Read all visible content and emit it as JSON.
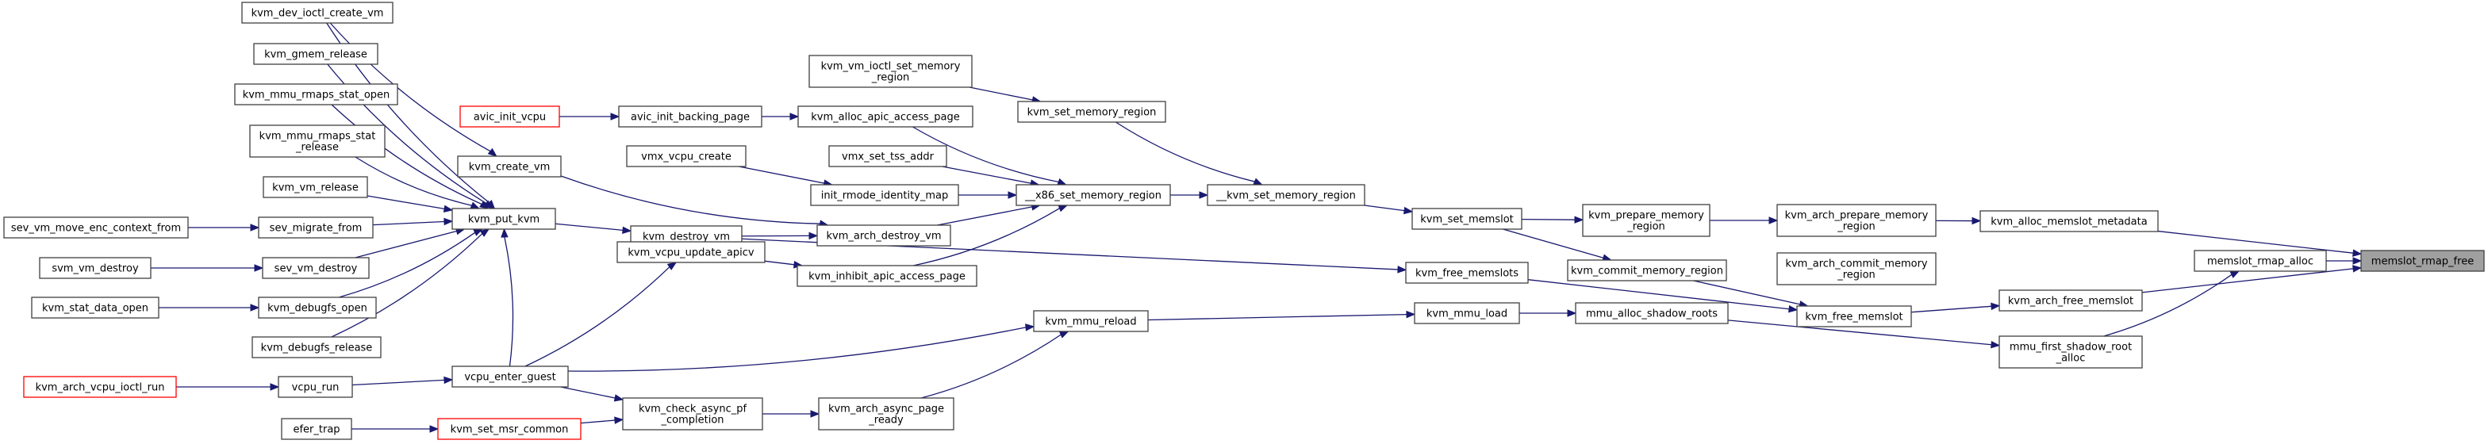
{
  "diagram": {
    "type": "call-graph",
    "colors": {
      "edge": "#191970",
      "node_border": "#404040",
      "external_border": "#ff0000",
      "root_fill": "#a0a0a0"
    },
    "nodes": [
      {
        "id": "kvm_dev_ioctl_create_vm",
        "lines": [
          "kvm_dev_ioctl_create_vm"
        ]
      },
      {
        "id": "kvm_gmem_release",
        "lines": [
          "kvm_gmem_release"
        ]
      },
      {
        "id": "kvm_mmu_rmaps_stat_open",
        "lines": [
          "kvm_mmu_rmaps_stat_open"
        ]
      },
      {
        "id": "kvm_mmu_rmaps_stat_release",
        "lines": [
          "kvm_mmu_rmaps_stat",
          "_release"
        ]
      },
      {
        "id": "kvm_vm_release",
        "lines": [
          "kvm_vm_release"
        ]
      },
      {
        "id": "sev_migrate_from",
        "lines": [
          "sev_migrate_from"
        ]
      },
      {
        "id": "sev_vm_move_enc_context_from",
        "lines": [
          "sev_vm_move_enc_context_from"
        ]
      },
      {
        "id": "sev_vm_destroy",
        "lines": [
          "sev_vm_destroy"
        ]
      },
      {
        "id": "svm_vm_destroy",
        "lines": [
          "svm_vm_destroy"
        ]
      },
      {
        "id": "kvm_debugfs_open",
        "lines": [
          "kvm_debugfs_open"
        ]
      },
      {
        "id": "kvm_stat_data_open",
        "lines": [
          "kvm_stat_data_open"
        ]
      },
      {
        "id": "kvm_debugfs_release",
        "lines": [
          "kvm_debugfs_release"
        ]
      },
      {
        "id": "kvm_arch_vcpu_ioctl_run",
        "lines": [
          "kvm_arch_vcpu_ioctl_run"
        ]
      },
      {
        "id": "vcpu_run",
        "lines": [
          "vcpu_run"
        ]
      },
      {
        "id": "efer_trap",
        "lines": [
          "efer_trap"
        ]
      },
      {
        "id": "kvm_set_msr_common",
        "lines": [
          "kvm_set_msr_common"
        ]
      },
      {
        "id": "avic_init_vcpu",
        "lines": [
          "avic_init_vcpu"
        ]
      },
      {
        "id": "avic_init_backing_page",
        "lines": [
          "avic_init_backing_page"
        ]
      },
      {
        "id": "kvm_create_vm",
        "lines": [
          "kvm_create_vm"
        ]
      },
      {
        "id": "kvm_put_kvm",
        "lines": [
          "kvm_put_kvm"
        ]
      },
      {
        "id": "kvm_destroy_vm",
        "lines": [
          "kvm_destroy_vm"
        ]
      },
      {
        "id": "kvm_vcpu_update_apicv",
        "lines": [
          "kvm_vcpu_update_apicv"
        ]
      },
      {
        "id": "vcpu_enter_guest",
        "lines": [
          "vcpu_enter_guest"
        ]
      },
      {
        "id": "kvm_check_async_pf_completion",
        "lines": [
          "kvm_check_async_pf",
          "_completion"
        ]
      },
      {
        "id": "kvm_vm_ioctl_set_memory_region",
        "lines": [
          "kvm_vm_ioctl_set_memory",
          "_region"
        ]
      },
      {
        "id": "kvm_alloc_apic_access_page",
        "lines": [
          "kvm_alloc_apic_access_page"
        ]
      },
      {
        "id": "vmx_vcpu_create",
        "lines": [
          "vmx_vcpu_create"
        ]
      },
      {
        "id": "vmx_set_tss_addr",
        "lines": [
          "vmx_set_tss_addr"
        ]
      },
      {
        "id": "init_rmode_identity_map",
        "lines": [
          "init_rmode_identity_map"
        ]
      },
      {
        "id": "kvm_arch_destroy_vm",
        "lines": [
          "kvm_arch_destroy_vm"
        ]
      },
      {
        "id": "kvm_inhibit_apic_access_page",
        "lines": [
          "kvm_inhibit_apic_access_page"
        ]
      },
      {
        "id": "kvm_arch_async_page_ready",
        "lines": [
          "kvm_arch_async_page",
          "_ready"
        ]
      },
      {
        "id": "kvm_set_memory_region",
        "lines": [
          "kvm_set_memory_region"
        ]
      },
      {
        "id": "x86_set_memory_region",
        "lines": [
          "__x86_set_memory_region"
        ]
      },
      {
        "id": "kvm_set_memory_region_inner",
        "lines": [
          "__kvm_set_memory_region"
        ]
      },
      {
        "id": "kvm_mmu_reload",
        "lines": [
          "kvm_mmu_reload"
        ]
      },
      {
        "id": "kvm_set_memslot",
        "lines": [
          "kvm_set_memslot"
        ]
      },
      {
        "id": "kvm_free_memslots",
        "lines": [
          "kvm_free_memslots"
        ]
      },
      {
        "id": "kvm_mmu_load",
        "lines": [
          "kvm_mmu_load"
        ]
      },
      {
        "id": "kvm_prepare_memory_region",
        "lines": [
          "kvm_prepare_memory",
          "_region"
        ]
      },
      {
        "id": "kvm_commit_memory_region",
        "lines": [
          "kvm_commit_memory_region"
        ]
      },
      {
        "id": "mmu_alloc_shadow_roots",
        "lines": [
          "mmu_alloc_shadow_roots"
        ]
      },
      {
        "id": "kvm_arch_prepare_memory_region",
        "lines": [
          "kvm_arch_prepare_memory",
          "_region"
        ]
      },
      {
        "id": "kvm_arch_commit_memory_region",
        "lines": [
          "kvm_arch_commit_memory",
          "_region"
        ]
      },
      {
        "id": "kvm_free_memslot",
        "lines": [
          "kvm_free_memslot"
        ]
      },
      {
        "id": "kvm_alloc_memslot_metadata",
        "lines": [
          "kvm_alloc_memslot_metadata"
        ]
      },
      {
        "id": "kvm_arch_free_memslot",
        "lines": [
          "kvm_arch_free_memslot"
        ]
      },
      {
        "id": "mmu_first_shadow_root_alloc",
        "lines": [
          "mmu_first_shadow_root",
          "_alloc"
        ]
      },
      {
        "id": "memslot_rmap_alloc",
        "lines": [
          "memslot_rmap_alloc"
        ]
      },
      {
        "id": "memslot_rmap_free",
        "lines": [
          "memslot_rmap_free"
        ]
      }
    ],
    "edges": [
      [
        "kvm_dev_ioctl_create_vm",
        "kvm_create_vm"
      ],
      [
        "kvm_dev_ioctl_create_vm",
        "kvm_put_kvm"
      ],
      [
        "kvm_gmem_release",
        "kvm_put_kvm"
      ],
      [
        "kvm_mmu_rmaps_stat_open",
        "kvm_put_kvm"
      ],
      [
        "kvm_mmu_rmaps_stat_release",
        "kvm_put_kvm"
      ],
      [
        "kvm_vm_release",
        "kvm_put_kvm"
      ],
      [
        "sev_migrate_from",
        "kvm_put_kvm"
      ],
      [
        "sev_vm_move_enc_context_from",
        "sev_migrate_from"
      ],
      [
        "sev_vm_destroy",
        "kvm_put_kvm"
      ],
      [
        "svm_vm_destroy",
        "sev_vm_destroy"
      ],
      [
        "kvm_debugfs_open",
        "kvm_put_kvm"
      ],
      [
        "kvm_stat_data_open",
        "kvm_debugfs_open"
      ],
      [
        "kvm_debugfs_release",
        "kvm_put_kvm"
      ],
      [
        "kvm_arch_vcpu_ioctl_run",
        "vcpu_run"
      ],
      [
        "vcpu_run",
        "vcpu_enter_guest"
      ],
      [
        "efer_trap",
        "kvm_set_msr_common"
      ],
      [
        "kvm_set_msr_common",
        "kvm_check_async_pf_completion"
      ],
      [
        "avic_init_vcpu",
        "avic_init_backing_page"
      ],
      [
        "avic_init_backing_page",
        "kvm_alloc_apic_access_page"
      ],
      [
        "kvm_create_vm",
        "kvm_arch_destroy_vm"
      ],
      [
        "kvm_put_kvm",
        "kvm_destroy_vm"
      ],
      [
        "kvm_destroy_vm",
        "kvm_arch_destroy_vm"
      ],
      [
        "kvm_destroy_vm",
        "kvm_free_memslots"
      ],
      [
        "vcpu_enter_guest",
        "kvm_put_kvm"
      ],
      [
        "vcpu_enter_guest",
        "kvm_vcpu_update_apicv"
      ],
      [
        "vcpu_enter_guest",
        "kvm_check_async_pf_completion"
      ],
      [
        "vcpu_enter_guest",
        "kvm_mmu_reload"
      ],
      [
        "kvm_vcpu_update_apicv",
        "kvm_inhibit_apic_access_page"
      ],
      [
        "kvm_check_async_pf_completion",
        "kvm_arch_async_page_ready"
      ],
      [
        "kvm_arch_async_page_ready",
        "kvm_mmu_reload"
      ],
      [
        "kvm_vm_ioctl_set_memory_region",
        "kvm_set_memory_region"
      ],
      [
        "kvm_alloc_apic_access_page",
        "x86_set_memory_region"
      ],
      [
        "vmx_vcpu_create",
        "init_rmode_identity_map"
      ],
      [
        "vmx_set_tss_addr",
        "x86_set_memory_region"
      ],
      [
        "init_rmode_identity_map",
        "x86_set_memory_region"
      ],
      [
        "kvm_arch_destroy_vm",
        "x86_set_memory_region"
      ],
      [
        "kvm_inhibit_apic_access_page",
        "x86_set_memory_region"
      ],
      [
        "kvm_set_memory_region",
        "kvm_set_memory_region_inner"
      ],
      [
        "x86_set_memory_region",
        "kvm_set_memory_region_inner"
      ],
      [
        "kvm_set_memory_region_inner",
        "kvm_set_memslot"
      ],
      [
        "kvm_mmu_reload",
        "kvm_mmu_load"
      ],
      [
        "kvm_set_memslot",
        "kvm_prepare_memory_region"
      ],
      [
        "kvm_set_memslot",
        "kvm_commit_memory_region"
      ],
      [
        "kvm_free_memslots",
        "kvm_free_memslot"
      ],
      [
        "kvm_mmu_load",
        "mmu_alloc_shadow_roots"
      ],
      [
        "kvm_prepare_memory_region",
        "kvm_arch_prepare_memory_region"
      ],
      [
        "kvm_commit_memory_region",
        "kvm_free_memslot"
      ],
      [
        "mmu_alloc_shadow_roots",
        "mmu_first_shadow_root_alloc"
      ],
      [
        "kvm_arch_prepare_memory_region",
        "kvm_alloc_memslot_metadata"
      ],
      [
        "kvm_free_memslot",
        "kvm_arch_free_memslot"
      ],
      [
        "kvm_alloc_memslot_metadata",
        "memslot_rmap_free"
      ],
      [
        "kvm_arch_free_memslot",
        "memslot_rmap_free"
      ],
      [
        "mmu_first_shadow_root_alloc",
        "memslot_rmap_alloc"
      ],
      [
        "memslot_rmap_alloc",
        "memslot_rmap_free"
      ]
    ]
  }
}
